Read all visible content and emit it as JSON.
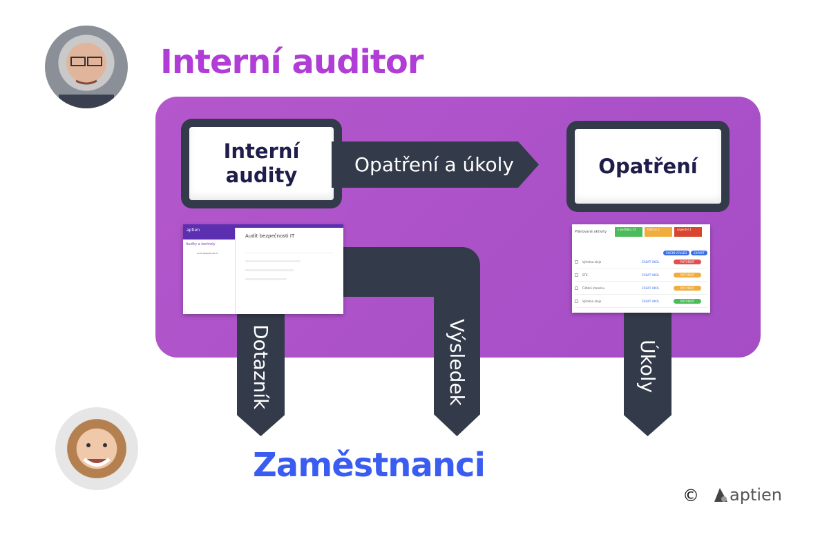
{
  "title": "Interní auditor",
  "subtitle": "Zaměstnanci",
  "boxes": {
    "left": "Interní audity",
    "right": "Opatření"
  },
  "arrows": {
    "top": "Opatření a úkoly",
    "questionnaire": "Dotazník",
    "result": "Výsledek",
    "tasks": "Úkoly"
  },
  "left_screenshot": {
    "brand": "aptien",
    "section": "Audity a kontroly",
    "heading": "Audit bezpečnosti IT",
    "items": [
      "Audit bezpečnosti IT"
    ]
  },
  "right_screenshot": {
    "heading": "Plánované aktivity",
    "stats": [
      {
        "label": "v pořádku",
        "value": "13",
        "color": "#4cbb5a"
      },
      {
        "label": "blíží se",
        "value": "2",
        "color": "#f0ac3c"
      },
      {
        "label": "urgentní",
        "value": "1",
        "color": "#d8442e"
      }
    ],
    "btn_outlook": "ROČNÍ VÝHLED",
    "btn_export": "EXPORT",
    "rows": [
      {
        "name": "Výměna oleje",
        "task": "ZADAT ÚKOL",
        "action": "POTVRDIT",
        "color": "#e05050"
      },
      {
        "name": "STK",
        "task": "ZADAT ÚKOL",
        "action": "POTVRDIT",
        "color": "#f0ac3c"
      },
      {
        "name": "Čištění interiéru",
        "task": "ZADAT ÚKOL",
        "action": "POTVRDIT",
        "color": "#f0ac3c"
      },
      {
        "name": "Výměna oleje",
        "task": "ZADAT ÚKOL",
        "action": "POTVRDIT",
        "color": "#4cbb5a"
      }
    ]
  },
  "footer": {
    "copyright": "©",
    "logo": "aptien"
  },
  "colors": {
    "purple": "#a94fc4",
    "dark": "#333a4a",
    "title": "#b03ed6",
    "subtitle": "#3a5cf0"
  }
}
